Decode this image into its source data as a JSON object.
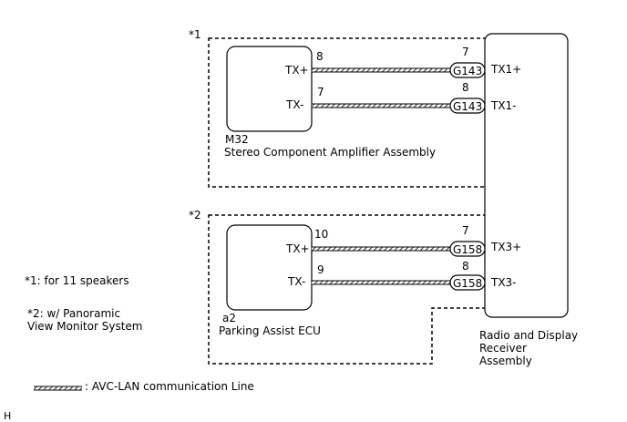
{
  "footnote_markers": {
    "a": "*1",
    "b": "*2"
  },
  "amplifier": {
    "code": "M32",
    "name": "Stereo Component Amplifier Assembly",
    "pins": [
      {
        "label": "TX+",
        "pin": "8",
        "connector": "G143",
        "receiver_pin": "7",
        "receiver_label": "TX1+"
      },
      {
        "label": "TX-",
        "pin": "7",
        "connector": "G143",
        "receiver_pin": "8",
        "receiver_label": "TX1-"
      }
    ]
  },
  "parking_ecu": {
    "code": "a2",
    "name": "Parking Assist ECU",
    "pins": [
      {
        "label": "TX+",
        "pin": "10",
        "connector": "G158",
        "receiver_pin": "7",
        "receiver_label": "TX3+"
      },
      {
        "label": "TX-",
        "pin": "9",
        "connector": "G158",
        "receiver_pin": "8",
        "receiver_label": "TX3-"
      }
    ]
  },
  "receiver": {
    "lines": [
      "Radio and Display",
      "Receiver",
      "Assembly"
    ]
  },
  "notes": {
    "note1": "*1: for 11 speakers",
    "note2_line1": "*2: w/ Panoramic",
    "note2_line2": "View Monitor System"
  },
  "legend": {
    "text": ": AVC-LAN communication Line"
  },
  "corner_mark": "H"
}
